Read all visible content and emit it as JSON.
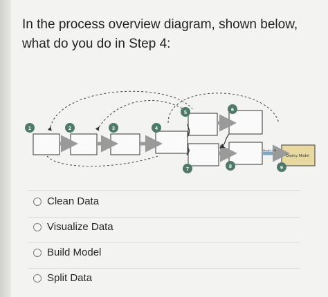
{
  "question": {
    "text": "In the process overview diagram, shown below, what do you do in Step 4:"
  },
  "diagram": {
    "step_numbers": [
      "1",
      "2",
      "3",
      "4",
      "5",
      "6",
      "7",
      "8",
      "9"
    ],
    "box_label": "Deploy Model",
    "small_label": "Model + Dl",
    "colors": {
      "badge": "#4e7a6a",
      "badge_text": "#ffffff",
      "deploy_fill": "#e7d9a0",
      "box_stroke": "#555555"
    }
  },
  "options": [
    {
      "label": "Clean Data"
    },
    {
      "label": "Visualize Data"
    },
    {
      "label": "Build Model"
    },
    {
      "label": "Split Data"
    }
  ]
}
